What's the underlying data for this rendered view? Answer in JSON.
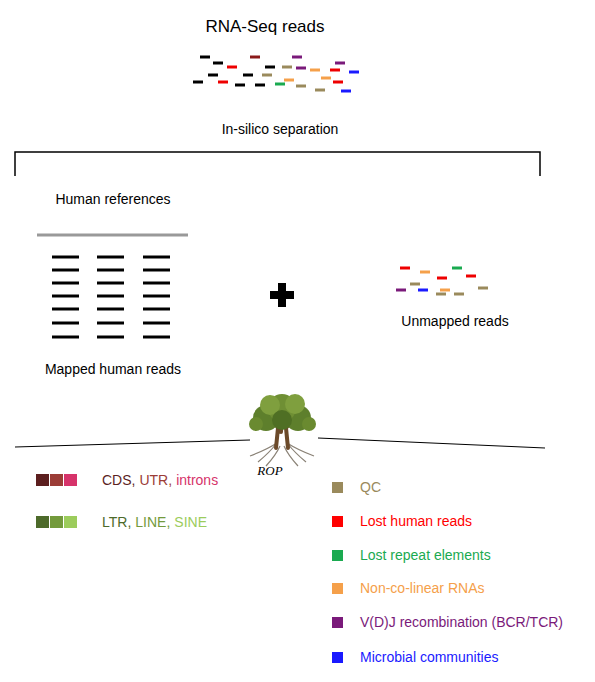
{
  "diagram": {
    "labels": [
      "RNA-Seq reads",
      "In-silico separation",
      "Human references",
      "Mapped human reads",
      "Unmapped reads",
      "ROP"
    ],
    "legend": [
      {
        "text": "CDS,",
        "color": "#5c1f1f"
      },
      {
        "text": "UTR,",
        "color": "#9b3c36"
      },
      {
        "text": "introns",
        "color": "#d6336a"
      },
      {
        "text": "LTR,",
        "color": "#4d6a2a"
      },
      {
        "text": "LINE,",
        "color": "#739a3c"
      },
      {
        "text": "SINE",
        "color": "#9ccc5c"
      },
      {
        "text": "QC",
        "color": "#9a8a5c"
      },
      {
        "text": "Lost human reads",
        "color": "#ff0000"
      },
      {
        "text": "Lost repeat elements",
        "color": "#1aaa50"
      },
      {
        "text": "Non-co-linear RNAs",
        "color": "#f5a04a"
      },
      {
        "text": "V(D)J recombination (BCR/TCR)",
        "color": "#7a1a7a"
      },
      {
        "text": "Microbial communities",
        "color": "#1a1aff"
      }
    ]
  }
}
